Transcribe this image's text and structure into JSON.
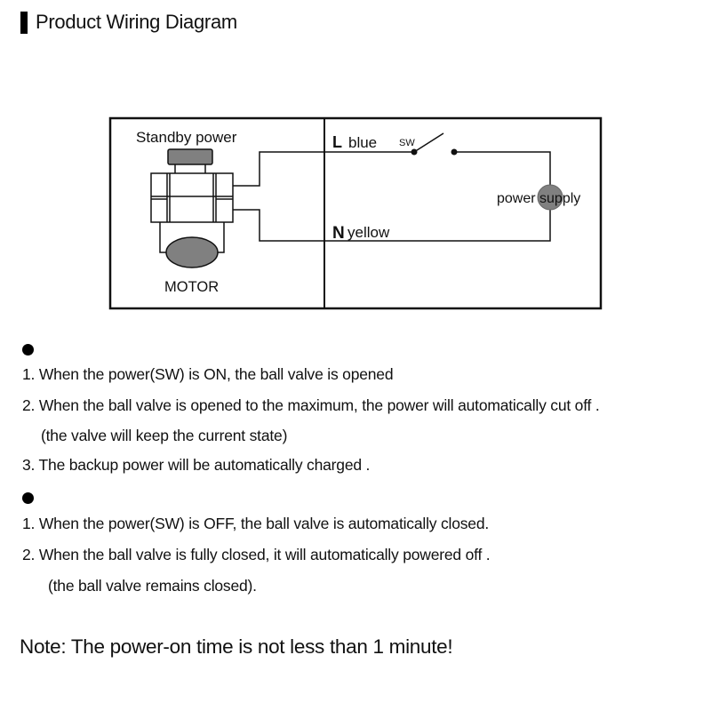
{
  "header": {
    "title": "Product Wiring Diagram"
  },
  "diagram": {
    "labels": {
      "standby_power": "Standby power",
      "motor": "MOTOR",
      "l_letter": "L",
      "l_color": "blue",
      "switch": "SW",
      "n_letter": "N",
      "n_color": "yellow",
      "power_supply": "power supply"
    },
    "colors": {
      "stroke": "#111111",
      "component_fill": "#808080",
      "background": "#ffffff"
    }
  },
  "sections": [
    {
      "items": [
        "1.  When the power(SW) is ON, the ball valve is opened",
        "2.  When the ball valve is opened to the maximum, the power will automatically cut off .",
        "(the valve will keep the current state)",
        "3.  The backup power will be automatically charged ."
      ]
    },
    {
      "items": [
        "1.  When the power(SW) is OFF, the ball valve is automatically closed.",
        "2.   When the ball valve is fully closed, it will automatically powered off .",
        "(the ball valve remains closed)."
      ]
    }
  ],
  "note": "Note: The power-on time is not less than 1 minute!"
}
